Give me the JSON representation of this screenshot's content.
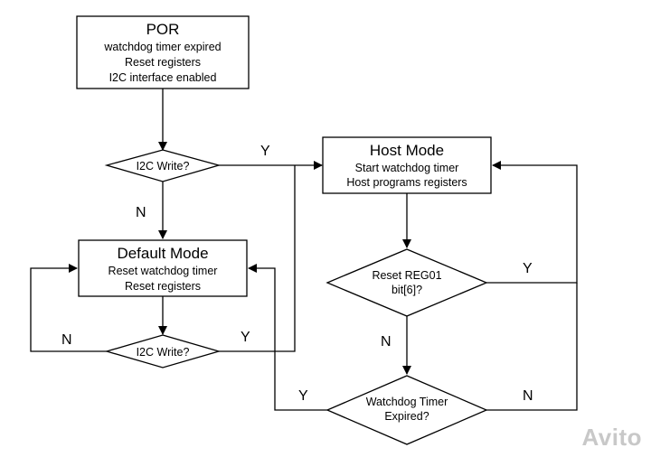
{
  "diagram": {
    "por": {
      "title": "POR",
      "lines": [
        "watchdog timer expired",
        "Reset registers",
        "I2C interface enabled"
      ]
    },
    "host_mode": {
      "title": "Host Mode",
      "lines": [
        "Start watchdog timer",
        "Host programs registers"
      ]
    },
    "default_mode": {
      "title": "Default Mode",
      "lines": [
        "Reset watchdog timer",
        "Reset registers"
      ]
    },
    "decision_i2c_top": {
      "label": "I2C Write?"
    },
    "decision_i2c_bottom": {
      "label": "I2C Write?"
    },
    "decision_reset_reg": {
      "lines": [
        "Reset REG01",
        "bit[6]?"
      ]
    },
    "decision_watchdog": {
      "lines": [
        "Watchdog Timer",
        "Expired?"
      ]
    },
    "edge_labels": {
      "i2c_top_yes": "Y",
      "i2c_top_no": "N",
      "i2c_bottom_no": "N",
      "i2c_bottom_yes": "Y",
      "reset_reg_yes": "Y",
      "reset_reg_no": "N",
      "watchdog_yes": "Y",
      "watchdog_no": "N"
    }
  },
  "watermark": {
    "text": "Avito"
  }
}
